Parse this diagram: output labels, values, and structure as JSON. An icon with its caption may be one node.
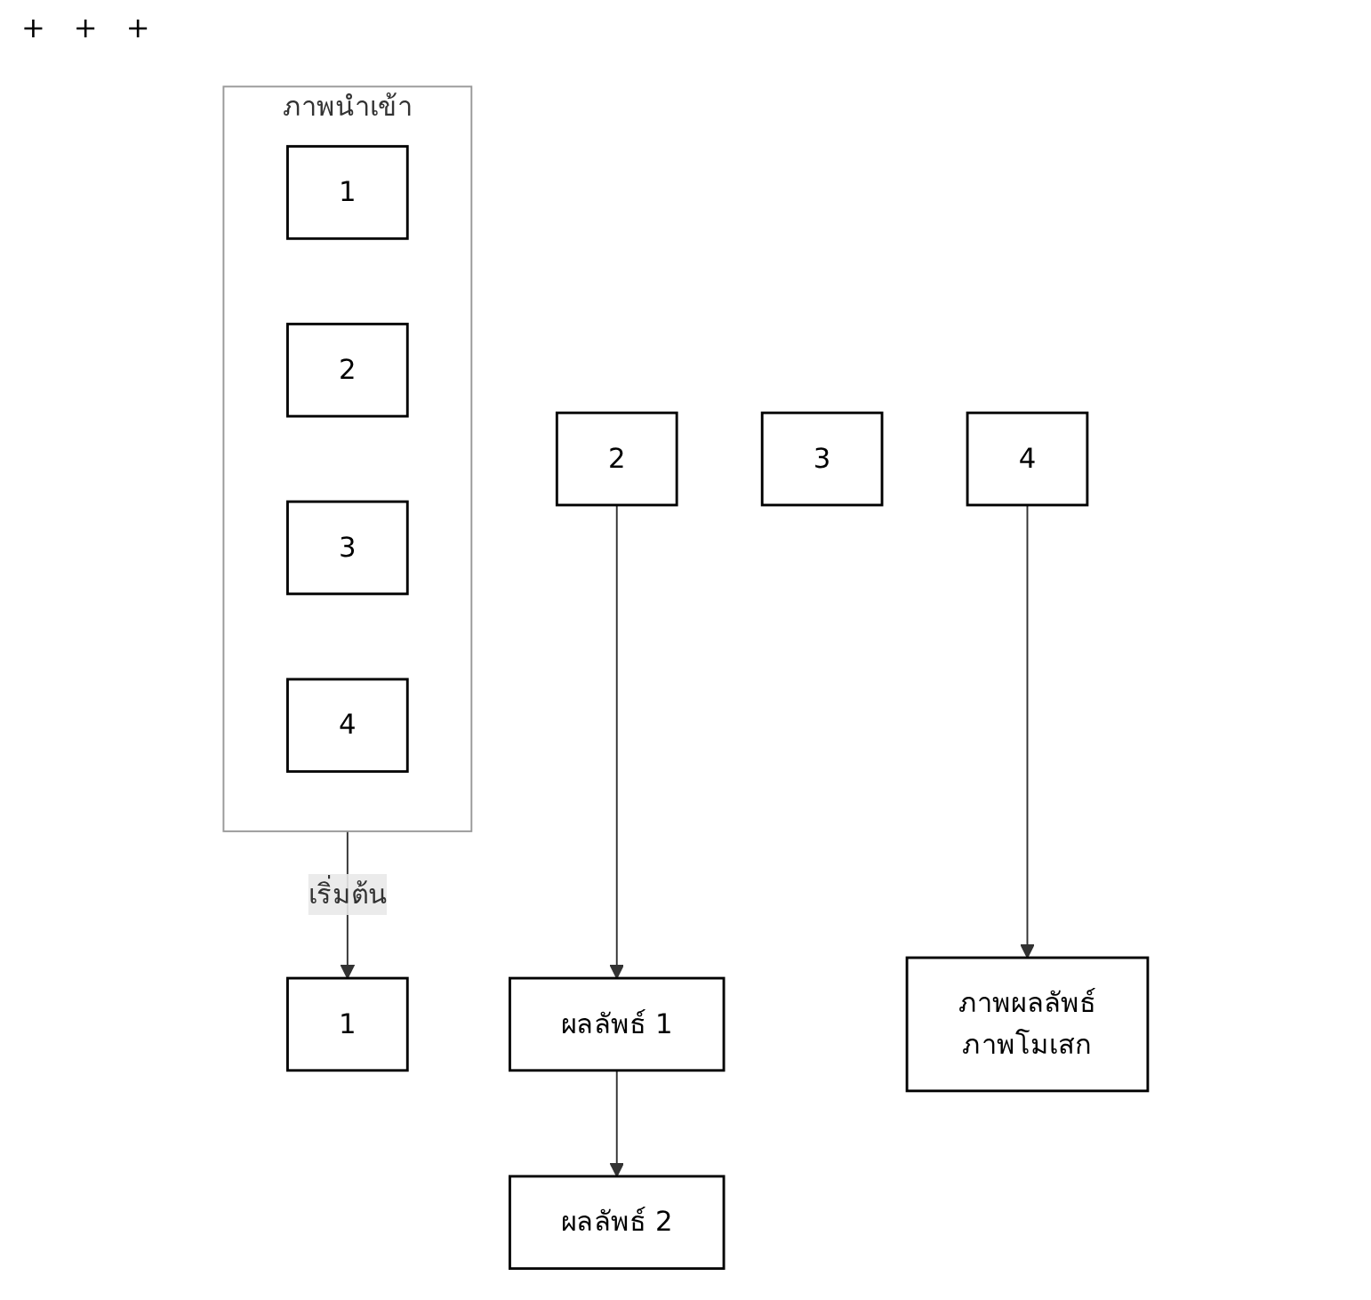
{
  "diagram": {
    "nodes": [
      {
        "text": [
          "ภาพนำเข้า"
        ]
      },
      {
        "text": [
          "1"
        ],
        "in": 0
      },
      {
        "text": [
          "2"
        ],
        "in": 0
      },
      {
        "text": [
          "3"
        ],
        "in": 0
      },
      {
        "text": [
          "4"
        ],
        "in": 0
      },
      {
        "text": [
          "1"
        ]
      },
      {
        "text": [
          "2"
        ]
      },
      {
        "text": [
          "3"
        ]
      },
      {
        "text": [
          "ผลลัพธ์ 1"
        ]
      },
      {
        "text": [
          "4"
        ]
      },
      {
        "text": [
          "ผลลัพธ์ 2"
        ]
      },
      {
        "text": [
          "ภาพผลลัพธ์",
          "ภาพโมเสก"
        ]
      }
    ],
    "edges": [
      {
        "from": 0,
        "to": 5,
        "arrow": "to",
        "label": "เริ่มต้น"
      },
      {
        "from": 6,
        "to": 8,
        "arrow": "to"
      },
      {
        "from": 8,
        "to": 10,
        "arrow": "to"
      },
      {
        "from": 9,
        "to": 11,
        "arrow": "to"
      }
    ],
    "labels": [
      "+",
      "+",
      "+"
    ]
  }
}
